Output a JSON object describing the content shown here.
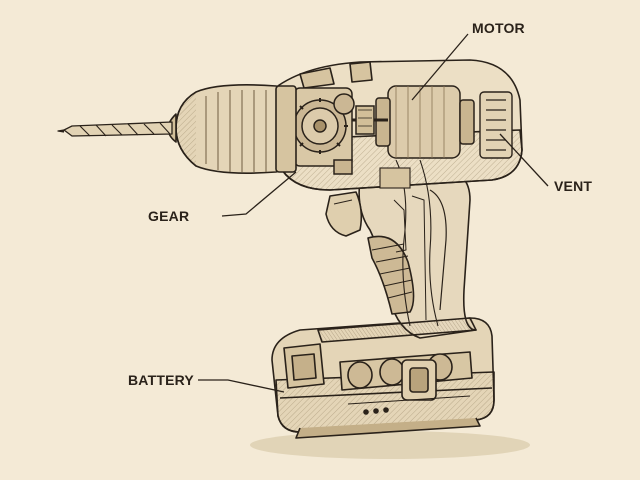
{
  "labels": {
    "motor": "MOTOR",
    "vent": "VENT",
    "gear": "GEAR",
    "battery": "BATTERY"
  },
  "colors": {
    "paper": "#f4ead6",
    "ink": "#2a221a",
    "body_fill": "#e9dcc2",
    "shade": "#cbb894",
    "dark_shade": "#a8916a",
    "motor_fill": "#dccbab"
  }
}
